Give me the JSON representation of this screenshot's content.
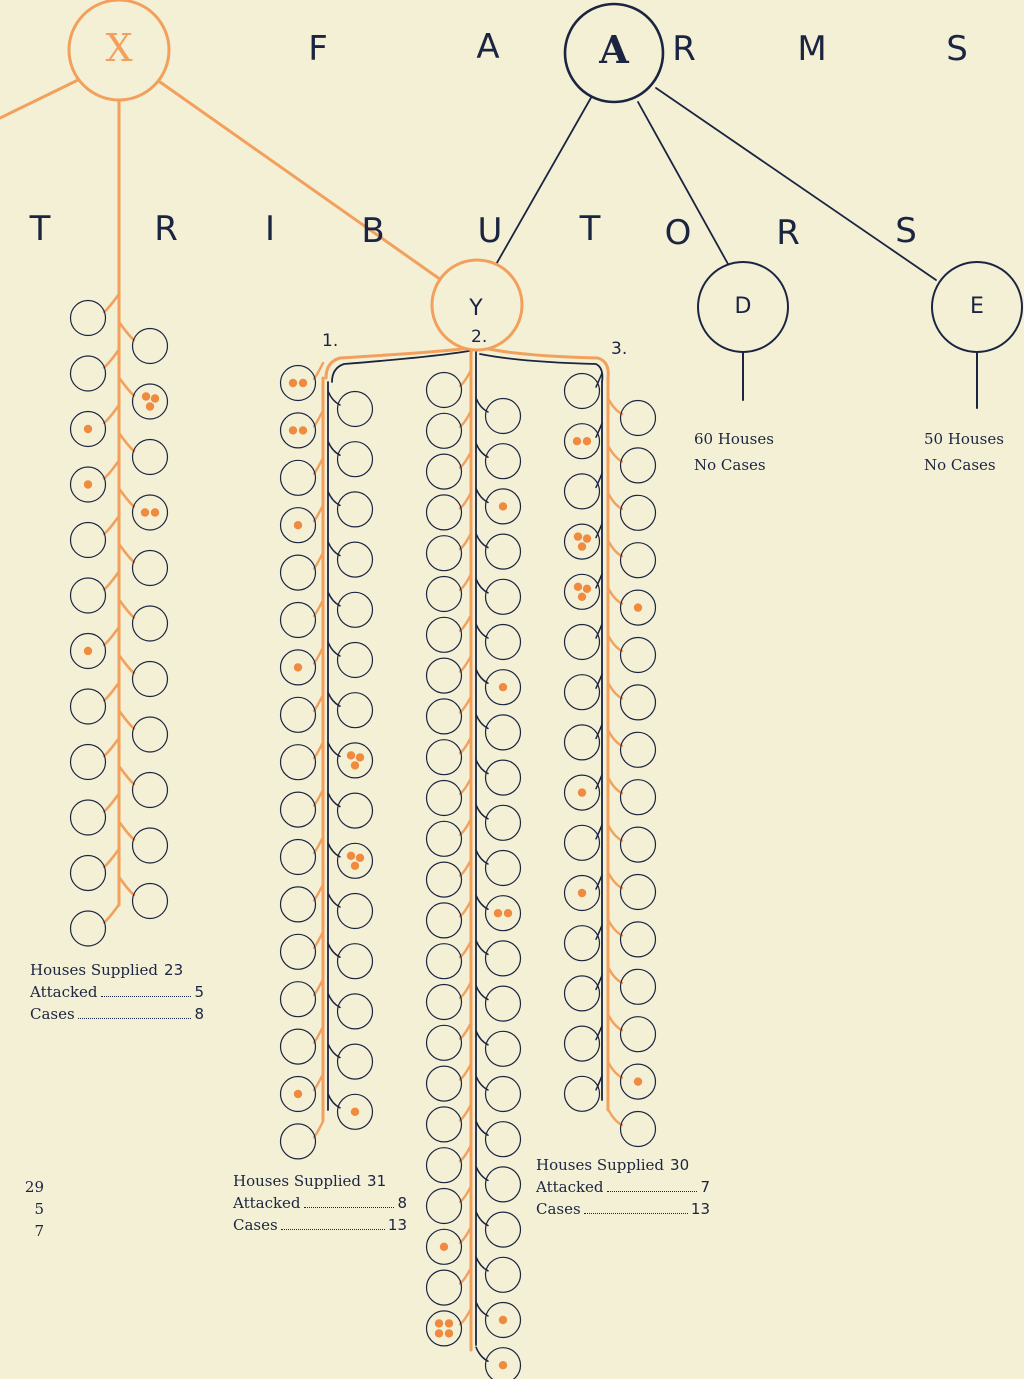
{
  "colors": {
    "paper": "#f3f0d6",
    "orange": "#f2a05c",
    "dot": "#ef8a3e",
    "navy": "#1b2440"
  },
  "heading_top": {
    "letters": [
      "F",
      "A",
      "A",
      "R",
      "M",
      "S"
    ]
  },
  "heading_mid": {
    "letters": [
      "T",
      "R",
      "I",
      "B",
      "U",
      "T",
      "O",
      "R",
      "S"
    ]
  },
  "nodes": {
    "X": "X",
    "A": "A",
    "Y": "Y",
    "D": "D",
    "E": "E"
  },
  "branch_numbers": [
    "1.",
    "2.",
    "3."
  ],
  "stats": {
    "x": {
      "houses_label": "Houses Supplied",
      "houses": "23",
      "attacked_label": "Attacked",
      "attacked": "5",
      "cases_label": "Cases",
      "cases": "8"
    },
    "y1": {
      "houses_label": "Houses Supplied",
      "houses": "31",
      "attacked_label": "Attacked",
      "attacked": "8",
      "cases_label": "Cases",
      "cases": "13"
    },
    "y3": {
      "houses_label": "Houses Supplied",
      "houses": "30",
      "attacked_label": "Attacked",
      "attacked": "7",
      "cases_label": "Cases",
      "cases": "13"
    },
    "y2_partial": {
      "a": "29",
      "b": "5",
      "c": "7"
    }
  },
  "notes": {
    "d": {
      "line1": "60 Houses",
      "line2": "No Cases"
    },
    "e": {
      "line1": "50 Houses",
      "line2": "No Cases"
    }
  },
  "house_cases": {
    "x_left": [
      0,
      0,
      1,
      1,
      0,
      0,
      1,
      0,
      0,
      0,
      0,
      0
    ],
    "x_right": [
      0,
      3,
      0,
      2,
      0,
      0,
      0,
      0,
      0,
      0,
      0
    ],
    "y1_left": [
      2,
      2,
      0,
      1,
      0,
      0,
      1,
      0,
      0,
      0,
      0,
      0,
      0,
      0,
      0,
      1,
      0
    ],
    "y1_right": [
      0,
      0,
      0,
      0,
      0,
      0,
      0,
      3,
      0,
      3,
      0,
      0,
      0,
      0,
      1
    ],
    "y2_left": [
      0,
      0,
      0,
      0,
      0,
      0,
      0,
      0,
      0,
      0,
      0,
      0,
      0,
      0,
      0,
      0,
      0,
      0,
      0,
      0,
      0,
      1,
      0,
      4
    ],
    "y2_right": [
      0,
      0,
      1,
      0,
      0,
      0,
      1,
      0,
      0,
      0,
      0,
      2,
      0,
      0,
      0,
      0,
      0,
      0,
      0,
      0,
      1,
      1
    ],
    "y3_left": [
      0,
      2,
      0,
      3,
      3,
      0,
      0,
      0,
      1,
      0,
      1,
      0,
      0,
      0,
      0
    ],
    "y3_right": [
      0,
      0,
      0,
      0,
      1,
      0,
      0,
      0,
      0,
      0,
      0,
      0,
      0,
      0,
      1,
      0
    ]
  }
}
